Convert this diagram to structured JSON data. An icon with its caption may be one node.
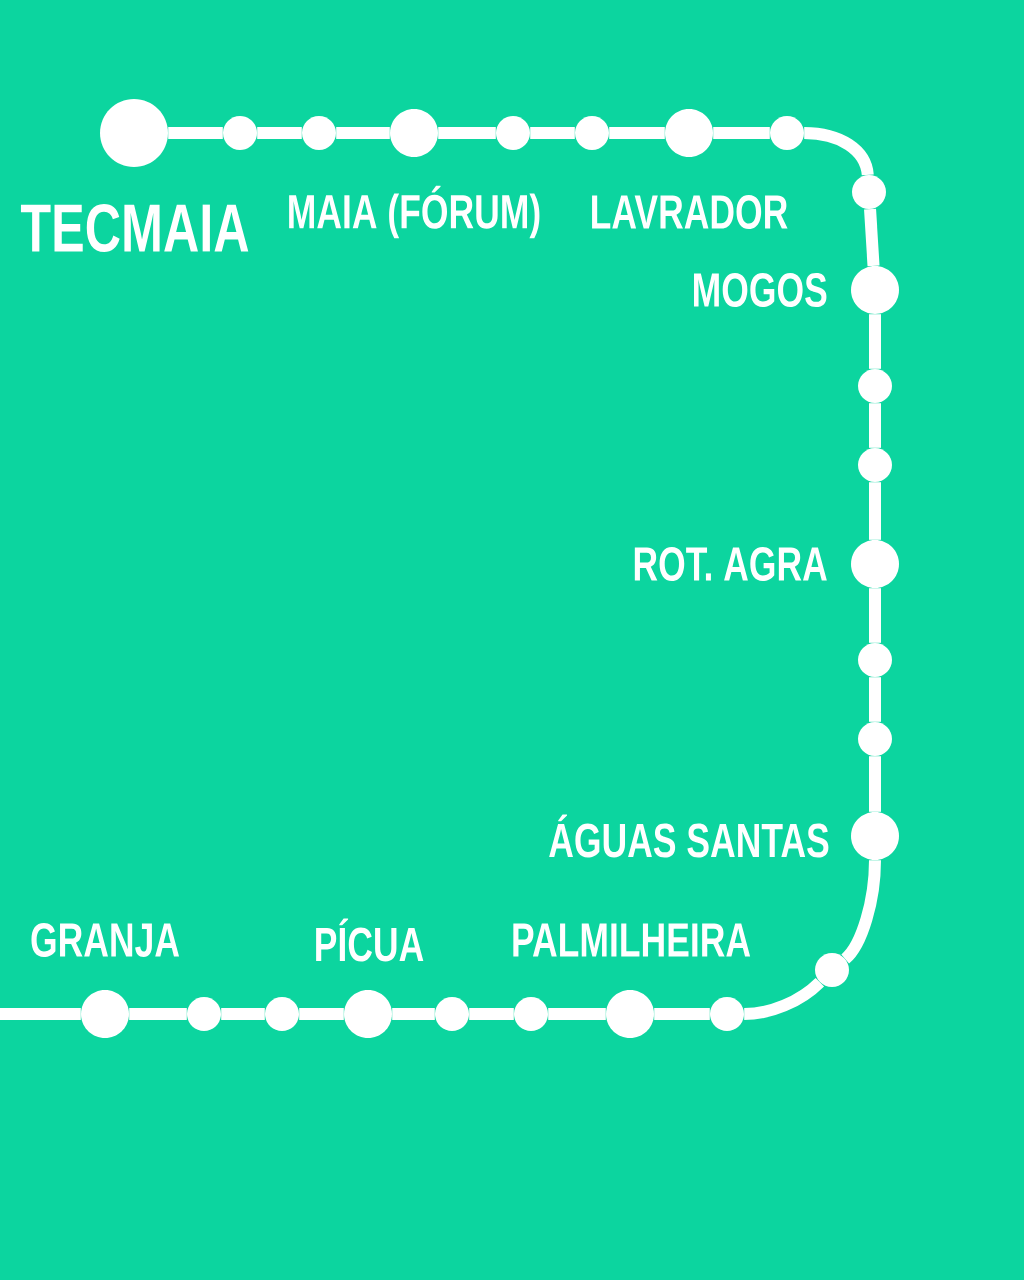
{
  "diagram": {
    "nodes": [
      {
        "text": [
          "TECMAIA"
        ]
      },
      {
        "text": [],
        "shape": "circle"
      },
      {
        "text": [],
        "shape": "circle"
      },
      {
        "text": [
          "MAIA (FÓRUM)"
        ]
      },
      {
        "text": [],
        "shape": "circle"
      },
      {
        "text": [],
        "shape": "circle"
      },
      {
        "text": [
          "LAVRADOR"
        ]
      },
      {
        "text": [],
        "shape": "circle"
      },
      {
        "text": [],
        "shape": "circle"
      },
      {
        "text": [
          "MOGOS"
        ]
      },
      {
        "text": [],
        "shape": "circle"
      },
      {
        "text": [],
        "shape": "circle"
      },
      {
        "text": [
          "ROT. AGRA"
        ]
      },
      {
        "text": [],
        "shape": "circle"
      },
      {
        "text": [],
        "shape": "circle"
      },
      {
        "text": [
          "ÁGUAS SANTAS"
        ]
      },
      {
        "text": [],
        "shape": "circle"
      },
      {
        "text": [],
        "shape": "circle"
      },
      {
        "text": [
          "PALMILHEIRA"
        ]
      },
      {
        "text": [],
        "shape": "circle"
      },
      {
        "text": [],
        "shape": "circle"
      },
      {
        "text": [
          "PÍCUA"
        ]
      },
      {
        "text": [],
        "shape": "circle"
      },
      {
        "text": [],
        "shape": "circle"
      },
      {
        "text": [
          "GRANJA"
        ]
      }
    ],
    "edges": [
      {
        "from": 0,
        "to": 1,
        "arrow": "none"
      },
      {
        "from": 1,
        "to": 2,
        "arrow": "none"
      },
      {
        "from": 2,
        "to": 3,
        "arrow": "none"
      },
      {
        "from": 3,
        "to": 4,
        "arrow": "none"
      },
      {
        "from": 4,
        "to": 5,
        "arrow": "none"
      },
      {
        "from": 5,
        "to": 6,
        "arrow": "none"
      },
      {
        "from": 6,
        "to": 7,
        "arrow": "none"
      },
      {
        "from": 7,
        "to": 8,
        "arrow": "none"
      },
      {
        "from": 8,
        "to": 9,
        "arrow": "none"
      },
      {
        "from": 9,
        "to": 10,
        "arrow": "none"
      },
      {
        "from": 10,
        "to": 11,
        "arrow": "none"
      },
      {
        "from": 11,
        "to": 12,
        "arrow": "none"
      },
      {
        "from": 12,
        "to": 13,
        "arrow": "none"
      },
      {
        "from": 13,
        "to": 14,
        "arrow": "none"
      },
      {
        "from": 14,
        "to": 15,
        "arrow": "none"
      },
      {
        "from": 15,
        "to": 16,
        "arrow": "none"
      },
      {
        "from": 16,
        "to": 17,
        "arrow": "none"
      },
      {
        "from": 17,
        "to": 18,
        "arrow": "none"
      },
      {
        "from": 18,
        "to": 19,
        "arrow": "none"
      },
      {
        "from": 19,
        "to": 20,
        "arrow": "none"
      },
      {
        "from": 20,
        "to": 21,
        "arrow": "none"
      },
      {
        "from": 21,
        "to": 22,
        "arrow": "none"
      },
      {
        "from": 22,
        "to": 23,
        "arrow": "none"
      },
      {
        "from": 23,
        "to": 24,
        "arrow": "none"
      },
      {
        "from": 24,
        "to": null,
        "arrow": "none"
      }
    ]
  }
}
